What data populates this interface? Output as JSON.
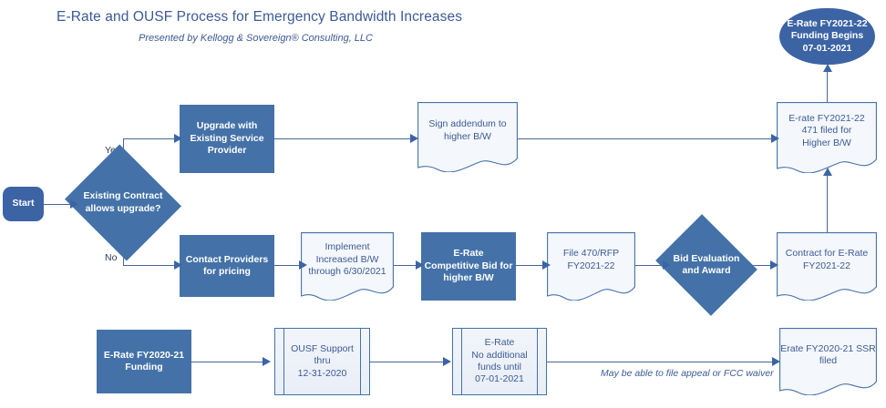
{
  "header": {
    "title": "E-Rate and OUSF Process for Emergency Bandwidth Increases",
    "subtitle": "Presented by Kellogg & Sovereign® Consulting, LLC"
  },
  "colors": {
    "process_fill": "#4472A8",
    "terminator_fill": "#3C64A5",
    "document_fill": "#F2F5FA",
    "text_blue": "#3C5A96",
    "connector": "#4A6596"
  },
  "nodes": {
    "start": {
      "label": "Start",
      "shape": "terminator"
    },
    "decision_existing_contract": {
      "label": "Existing Contract\nallows upgrade?",
      "shape": "decision"
    },
    "upgrade_existing_provider": {
      "label": "Upgrade with\nExisting Service\nProvider",
      "shape": "process"
    },
    "sign_addendum": {
      "label": "Sign addendum to\nhigher B/W",
      "shape": "document"
    },
    "erate_471_filed": {
      "label": "E-rate FY2021-22\n471 filed for\nHigher B/W",
      "shape": "document"
    },
    "funding_begins": {
      "label": "E-Rate FY2021-22\nFunding Begins\n07-01-2021",
      "shape": "oval"
    },
    "contact_providers": {
      "label": "Contact Providers\nfor pricing",
      "shape": "process"
    },
    "implement_increased_bw": {
      "label": "Implement\nIncreased B/W\nthrough 6/30/2021",
      "shape": "document"
    },
    "competitive_bid": {
      "label": "E-Rate\nCompetitive Bid for\nhigher B/W",
      "shape": "process"
    },
    "file_470_rfp": {
      "label": "File 470/RFP\nFY2021-22",
      "shape": "document"
    },
    "bid_evaluation": {
      "label": "Bid Evaluation\nand Award",
      "shape": "decision"
    },
    "contract_erate": {
      "label": "Contract for E-Rate\nFY2021-22",
      "shape": "document"
    },
    "erate_2020_funding": {
      "label": "E-Rate FY2020-21\nFunding",
      "shape": "process"
    },
    "ousf_support": {
      "label": "OUSF Support\nthru\n12-31-2020",
      "shape": "predefined-process"
    },
    "erate_no_additional_funds": {
      "label": "E-Rate\nNo additional\nfunds until\n07-01-2021",
      "shape": "predefined-process"
    },
    "ssr_filed": {
      "label": "Erate FY2020-21 SSR\nfiled",
      "shape": "document"
    }
  },
  "edge_labels": {
    "yes": "Yes",
    "no": "No"
  },
  "annotations": {
    "appeal_note": "May be able to file appeal or FCC waiver"
  }
}
